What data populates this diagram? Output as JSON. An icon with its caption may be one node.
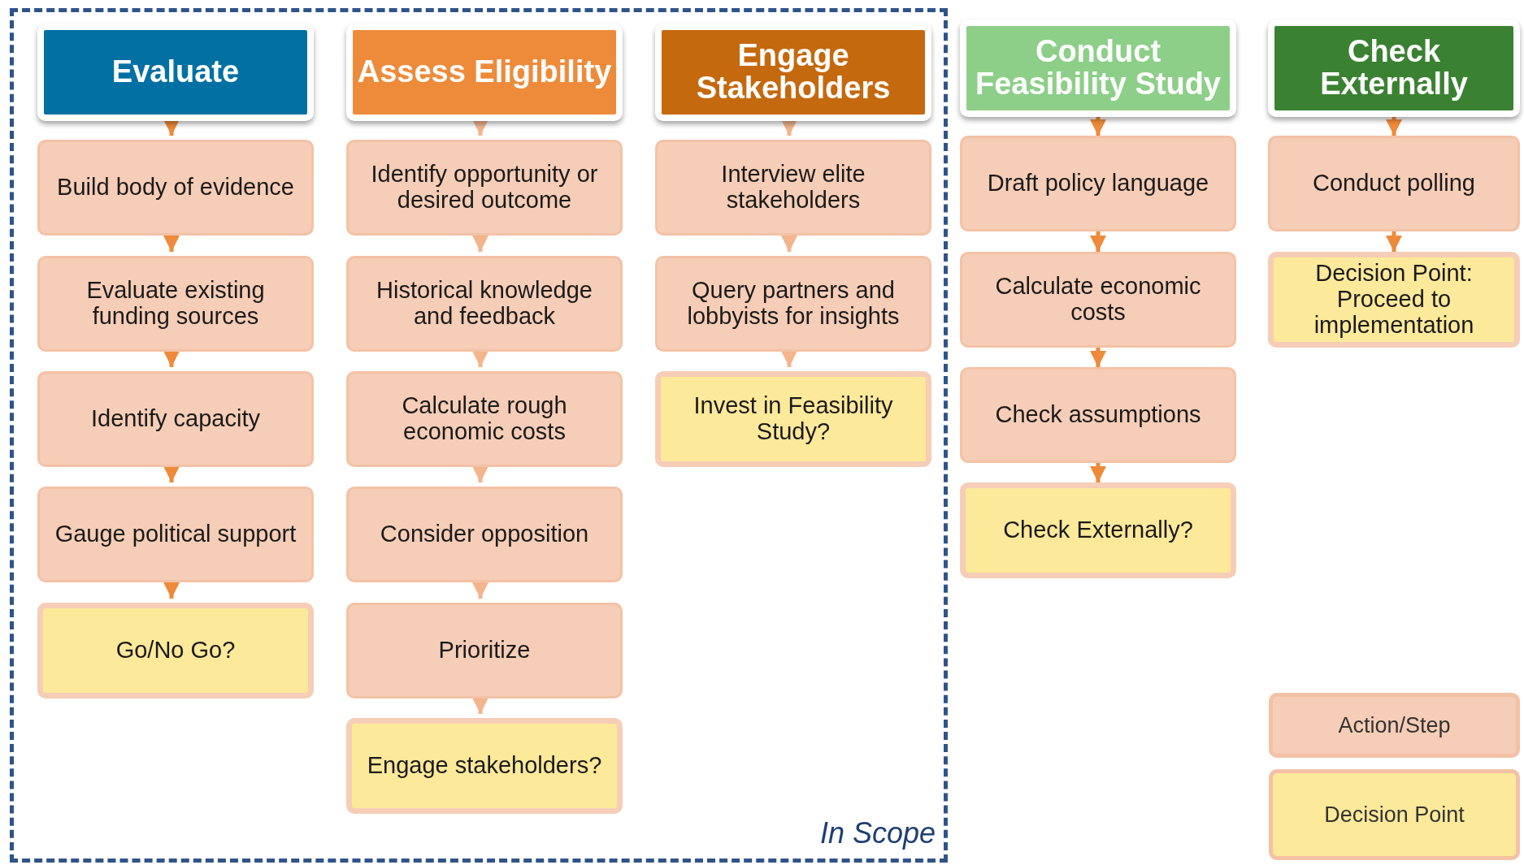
{
  "diagram": {
    "nodes": [
      {
        "text": [
          "In Scope"
        ]
      },
      {
        "text": [
          "Evaluate"
        ],
        "in": 0
      },
      {
        "text": [
          "Build body of evidence"
        ],
        "in": 0
      },
      {
        "text": [
          "Evaluate existing funding sources"
        ],
        "in": 0
      },
      {
        "text": [
          "Identify capacity"
        ],
        "in": 0
      },
      {
        "text": [
          "Gauge political support"
        ],
        "in": 0
      },
      {
        "text": [
          "Go/No Go?"
        ],
        "in": 0
      },
      {
        "text": [
          "Assess Eligibility"
        ],
        "in": 0
      },
      {
        "text": [
          "Identify opportunity or desired outcome"
        ],
        "in": 0
      },
      {
        "text": [
          "Historical knowledge and feedback"
        ],
        "in": 0
      },
      {
        "text": [
          "Calculate rough economic costs"
        ],
        "in": 0
      },
      {
        "text": [
          "Consider opposition"
        ],
        "in": 0
      },
      {
        "text": [
          "Prioritize"
        ],
        "in": 0
      },
      {
        "text": [
          "Engage stakeholders?"
        ],
        "in": 0
      },
      {
        "text": [
          "Engage Stakeholders"
        ],
        "in": 0
      },
      {
        "text": [
          "Interview elite stakeholders"
        ],
        "in": 0
      },
      {
        "text": [
          "Query partners and lobbyists for insights"
        ],
        "in": 0
      },
      {
        "text": [
          "Invest in Feasibility Study?"
        ],
        "in": 0
      },
      {
        "text": [
          "Conduct Feasibility Study"
        ]
      },
      {
        "text": [
          "Draft policy language"
        ]
      },
      {
        "text": [
          "Calculate economic costs"
        ]
      },
      {
        "text": [
          "Check assumptions"
        ]
      },
      {
        "text": [
          "Check Externally?"
        ]
      },
      {
        "text": [
          "Check Externally"
        ]
      },
      {
        "text": [
          "Conduct polling"
        ]
      },
      {
        "text": [
          "Decision Point: Proceed to implementation"
        ]
      }
    ],
    "edges": [
      {
        "from": 1,
        "to": 2,
        "arrow": "to"
      },
      {
        "from": 2,
        "to": 3,
        "arrow": "to"
      },
      {
        "from": 3,
        "to": 4,
        "arrow": "to"
      },
      {
        "from": 4,
        "to": 5,
        "arrow": "to"
      },
      {
        "from": 5,
        "to": 6,
        "arrow": "to"
      },
      {
        "from": 7,
        "to": 8,
        "arrow": "to",
        "color": "#f4b48c"
      },
      {
        "from": 8,
        "to": 9,
        "arrow": "to",
        "color": "#f4b48c"
      },
      {
        "from": 9,
        "to": 10,
        "arrow": "to",
        "color": "#f4b48c"
      },
      {
        "from": 10,
        "to": 11,
        "arrow": "to",
        "color": "#f4b48c"
      },
      {
        "from": 11,
        "to": 12,
        "arrow": "to",
        "color": "#f4b48c"
      },
      {
        "from": 12,
        "to": 13,
        "arrow": "to",
        "color": "#f4b48c"
      },
      {
        "from": 14,
        "to": 15,
        "arrow": "to",
        "color": "#f4b48c"
      },
      {
        "from": 15,
        "to": 16,
        "arrow": "to",
        "color": "#f4b48c"
      },
      {
        "from": 16,
        "to": 17,
        "arrow": "to",
        "color": "#f4b48c"
      },
      {
        "from": 18,
        "to": 19,
        "arrow": "to"
      },
      {
        "from": 19,
        "to": 20,
        "arrow": "to"
      },
      {
        "from": 20,
        "to": 21,
        "arrow": "to"
      },
      {
        "from": 21,
        "to": 22,
        "arrow": "to"
      },
      {
        "from": 23,
        "to": 24,
        "arrow": "to"
      },
      {
        "from": 24,
        "to": 25,
        "arrow": "to"
      }
    ],
    "legend": [
      {
        "text": "Action/Step",
        "color": "#f6cdb6"
      },
      {
        "text": "Decision Point",
        "color": "#fde99a"
      }
    ]
  }
}
